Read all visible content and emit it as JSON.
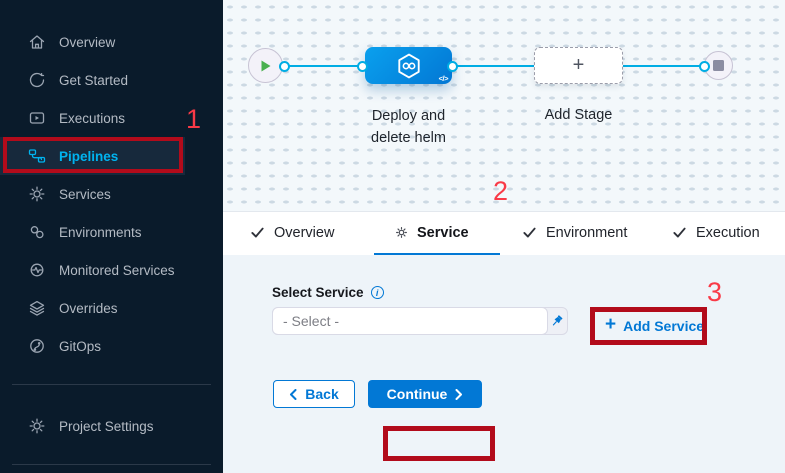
{
  "sidebar": {
    "items": [
      {
        "label": "Overview",
        "icon": "home-icon",
        "active": false
      },
      {
        "label": "Get Started",
        "icon": "get-started-icon",
        "active": false
      },
      {
        "label": "Executions",
        "icon": "executions-icon",
        "active": false
      },
      {
        "label": "Pipelines",
        "icon": "pipelines-icon",
        "active": true
      },
      {
        "label": "Services",
        "icon": "services-gear-icon",
        "active": false
      },
      {
        "label": "Environments",
        "icon": "environments-icon",
        "active": false
      },
      {
        "label": "Monitored Services",
        "icon": "monitored-services-icon",
        "active": false
      },
      {
        "label": "Overrides",
        "icon": "overrides-layers-icon",
        "active": false
      },
      {
        "label": "GitOps",
        "icon": "gitops-icon",
        "active": false
      }
    ],
    "footer_items": [
      {
        "label": "Project Settings",
        "icon": "gear-icon"
      }
    ]
  },
  "canvas": {
    "start_node_icon": "play-icon",
    "end_node_icon": "stop-icon",
    "stage_icon": "cd-hexagon-icon",
    "stage_code_glyph": "</>",
    "stage_label": "Deploy and delete helm",
    "add_stage_plus": "+",
    "add_stage_label": "Add Stage"
  },
  "tabs": [
    {
      "label": "Overview",
      "icon": "check-icon",
      "active": false
    },
    {
      "label": "Service",
      "icon": "gear-icon",
      "active": true
    },
    {
      "label": "Environment",
      "icon": "check-icon",
      "active": false
    },
    {
      "label": "Execution",
      "icon": "check-icon",
      "active": false
    }
  ],
  "form": {
    "select_service_label": "Select Service",
    "info_icon_glyph": "i",
    "select_placeholder": "- Select -",
    "select_value": "",
    "pin_icon": "pin-icon",
    "add_service_plus": "+",
    "add_service_label": "Add Service",
    "back_label": "Back",
    "continue_label": "Continue"
  },
  "annotations": {
    "step1": "1",
    "step2": "2",
    "step3": "3",
    "box_color": "#b20b1b",
    "digit_color": "#f93a47"
  },
  "colors": {
    "sidebar_bg": "#0a1b2b",
    "active_nav_cyan": "#00b3ef",
    "pipeline_line_cyan": "#00ade4",
    "stage_blue": "#0092e4",
    "primary_blue": "#0278d5",
    "start_play_green": "#49b04f",
    "end_square_gray": "#8b8da2"
  }
}
